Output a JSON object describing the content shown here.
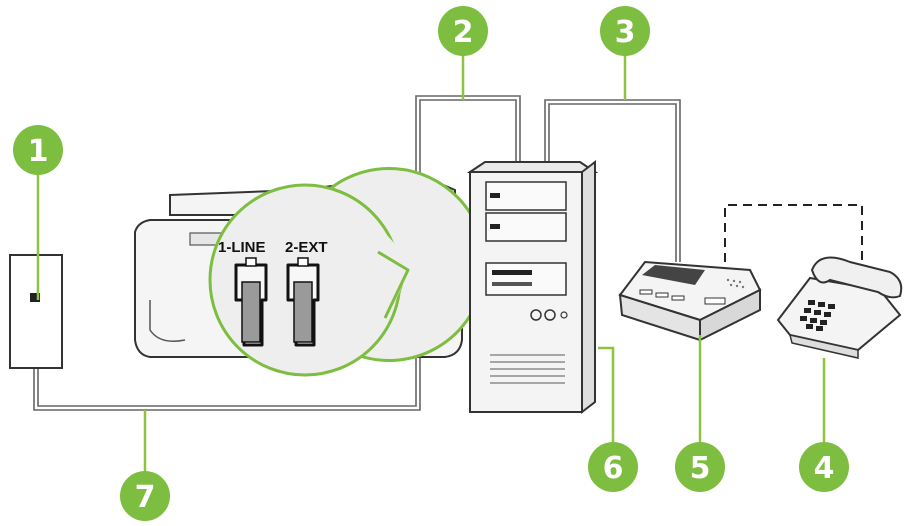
{
  "printer": {
    "port_labels": [
      "1-LINE",
      "2-EXT"
    ]
  },
  "callouts": [
    {
      "id": "callout-1",
      "number": "1"
    },
    {
      "id": "callout-2",
      "number": "2"
    },
    {
      "id": "callout-3",
      "number": "3"
    },
    {
      "id": "callout-4",
      "number": "4"
    },
    {
      "id": "callout-5",
      "number": "5"
    },
    {
      "id": "callout-6",
      "number": "6"
    },
    {
      "id": "callout-7",
      "number": "7"
    }
  ],
  "colors": {
    "accent_green": "#7dbd3f",
    "leader_green": "#8cc43e",
    "line_gray": "#666666",
    "device_fill": "#f2f2f2",
    "outline": "#333333"
  },
  "icons": [
    "wall-jack-icon",
    "printer-icon",
    "computer-tower-icon",
    "answering-machine-icon",
    "telephone-icon"
  ]
}
